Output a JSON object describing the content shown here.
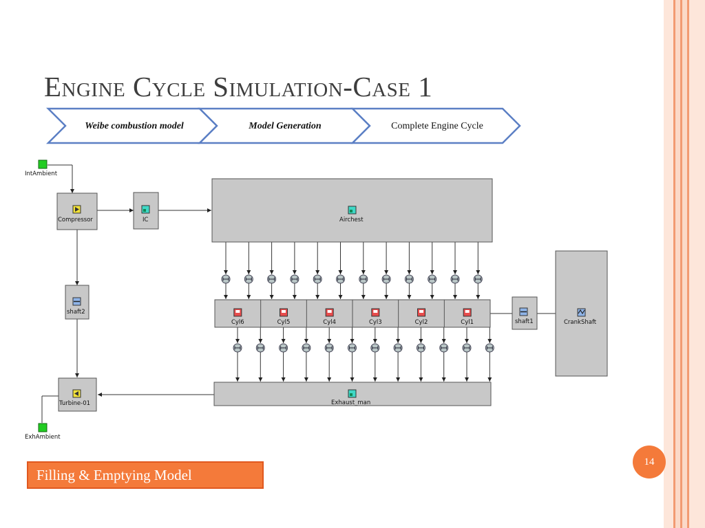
{
  "slide": {
    "title": "Engine Cycle Simulation-Case 1",
    "page_number": "14",
    "model_label": "Filling & Emptying Model"
  },
  "steps": [
    {
      "label": "Weibe combustion model",
      "bold_italic": true
    },
    {
      "label": "Model Generation",
      "bold_italic": true
    },
    {
      "label": "Complete Engine Cycle",
      "bold_italic": false
    }
  ],
  "components": {
    "int_ambient": "IntAmbient",
    "compressor": "Compressor",
    "ic": "IC",
    "airchest": "Airchest",
    "shaft2": "shaft2",
    "cylinders": [
      "Cyl6",
      "Cyl5",
      "Cyl4",
      "Cyl3",
      "Cyl2",
      "Cyl1"
    ],
    "shaft1": "shaft1",
    "crankshaft": "CrankShaft",
    "exhaust_man": "Exhaust_man",
    "turbine": "Turbine-01",
    "exh_ambient": "ExhAmbient"
  },
  "colors": {
    "accent_orange": "#f47a3a",
    "stripe_light": "#f9d2bf",
    "chevron_border": "#5b7fc4",
    "component_fill": "#c8c8c8"
  }
}
